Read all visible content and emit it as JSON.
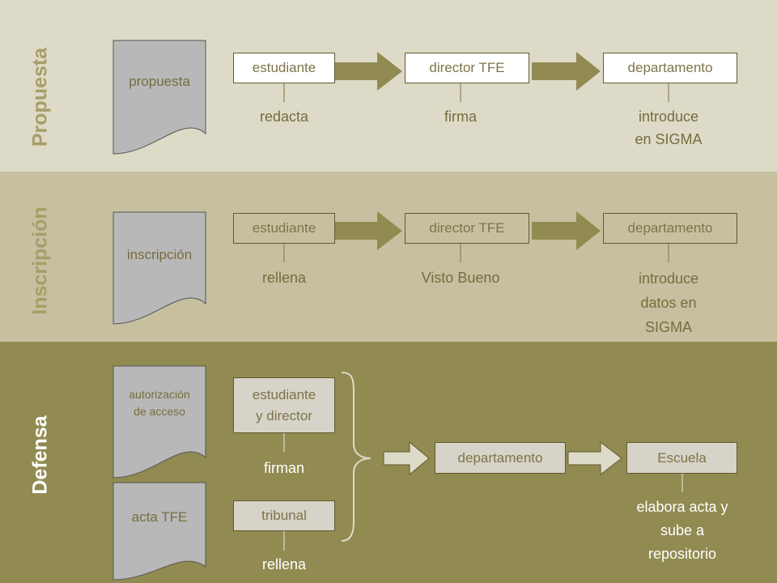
{
  "sections": {
    "propuesta": {
      "title": "Propuesta",
      "document": "propuesta",
      "actors": [
        "estudiante",
        "director TFE",
        "departamento"
      ],
      "actions": [
        "redacta",
        "firma",
        "introduce\nen SIGMA"
      ]
    },
    "inscripcion": {
      "title": "Inscripción",
      "document": "inscripción",
      "actors": [
        "estudiante",
        "director TFE",
        "departamento"
      ],
      "actions": [
        "rellena",
        "Visto Bueno",
        "introduce\ndatos en\nSIGMA"
      ]
    },
    "defensa": {
      "title": "Defensa",
      "documents": [
        "autorización\nde acceso",
        "acta TFE"
      ],
      "actors": [
        "estudiante\ny director",
        "tribunal",
        "departamento",
        "Escuela"
      ],
      "actions": [
        "firman",
        "rellena",
        "elabora acta y\nsube a\nrepositorio"
      ]
    }
  },
  "colors": {
    "band_top": "#dedac8",
    "band_middle": "#c6c0a0",
    "band_bottom": "#918b51",
    "arrow": "#918b51",
    "arrow_light": "#dedac8",
    "document": "#b8b8b8"
  }
}
